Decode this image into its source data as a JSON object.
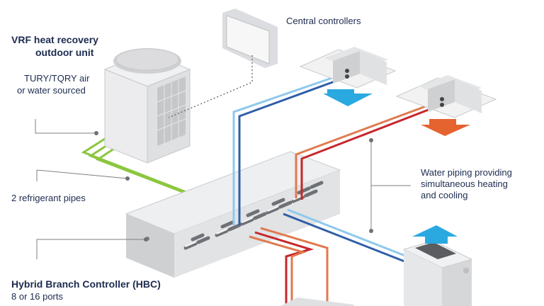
{
  "labels": {
    "outdoor_title_1": "VRF heat recovery",
    "outdoor_title_2": "outdoor unit",
    "outdoor_sub_1": "TURY/TQRY air",
    "outdoor_sub_2": "or water sourced",
    "central_controllers": "Central controllers",
    "refrigerant_pipes": "2 refrigerant pipes",
    "water_piping_1": "Water piping providing",
    "water_piping_2": "simultaneous heating",
    "water_piping_3": "and cooling",
    "hbc_title": "Hybrid Branch Controller (HBC)",
    "hbc_sub": "8 or 16 ports"
  },
  "colors": {
    "navy_text": "#1d2b4f",
    "refrigerant_green": "#8cc63f",
    "cool_light_blue": "#8ec9ec",
    "cool_dark_blue": "#2f5ea8",
    "warm_orange": "#e07a4f",
    "warm_red": "#c6262c",
    "cooling_arrow": "#29a9e0",
    "heating_arrow": "#e4632f",
    "equipment_grey": "#d8d9db"
  },
  "icons": [
    "cooling-airflow-arrow-icon",
    "heating-airflow-arrow-icon",
    "warm-airflow-arrow-icon"
  ]
}
